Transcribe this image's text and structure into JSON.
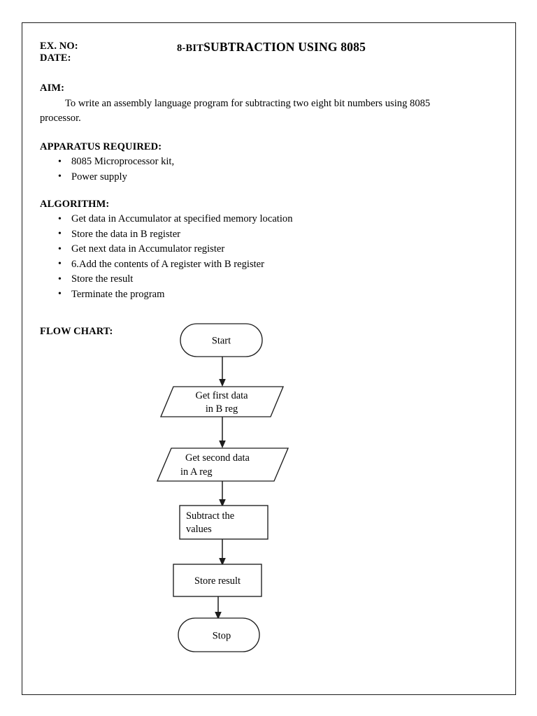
{
  "document": {
    "header": {
      "ex_no_label": "EX. NO:",
      "date_label": "DATE:",
      "title_prefix": "8-BIT",
      "title_main": "SUBTRACTION USING 8085"
    },
    "sections": {
      "aim": {
        "heading": "AIM:",
        "text": "To write an assembly language program for subtracting two eight bit numbers using 8085 processor."
      },
      "apparatus": {
        "heading": "APPARATUS REQUIRED:",
        "items": [
          "8085 Microprocessor kit,",
          "Power supply"
        ]
      },
      "algorithm": {
        "heading": "ALGORITHM:",
        "items": [
          "Get data in Accumulator at specified memory location",
          "Store the data in B register",
          "Get next data in Accumulator register",
          "6.Add the contents of A register with B register",
          "Store the result",
          "Terminate the program"
        ]
      },
      "flowchart": {
        "heading": "FLOW CHART:"
      }
    }
  },
  "chart_data": {
    "type": "diagram",
    "title": "FLOW CHART:",
    "orientation": "vertical-top-down",
    "nodes": [
      {
        "id": "start",
        "shape": "terminator",
        "label": "Start",
        "align": "center"
      },
      {
        "id": "in1",
        "shape": "parallelogram",
        "label_line1": "Get first data",
        "label_line2": "in B reg",
        "align": "center"
      },
      {
        "id": "in2",
        "shape": "parallelogram",
        "label_line1": "Get second data",
        "label_line2": "in A reg",
        "align": "left"
      },
      {
        "id": "proc1",
        "shape": "rectangle",
        "label_line1": "Subtract the",
        "label_line2": "values",
        "align": "left"
      },
      {
        "id": "proc2",
        "shape": "rectangle",
        "label": "Store result",
        "align": "center"
      },
      {
        "id": "stop",
        "shape": "terminator",
        "label": "Stop",
        "align": "center"
      }
    ],
    "edges": [
      {
        "from": "start",
        "to": "in1",
        "style": "arrow"
      },
      {
        "from": "in1",
        "to": "in2",
        "style": "arrow"
      },
      {
        "from": "in2",
        "to": "proc1",
        "style": "arrow"
      },
      {
        "from": "proc1",
        "to": "proc2",
        "style": "arrow"
      },
      {
        "from": "proc2",
        "to": "stop",
        "style": "arrow"
      }
    ],
    "colors": {
      "stroke": "#1c1c1c",
      "fill": "#ffffff",
      "text": "#000000"
    }
  }
}
